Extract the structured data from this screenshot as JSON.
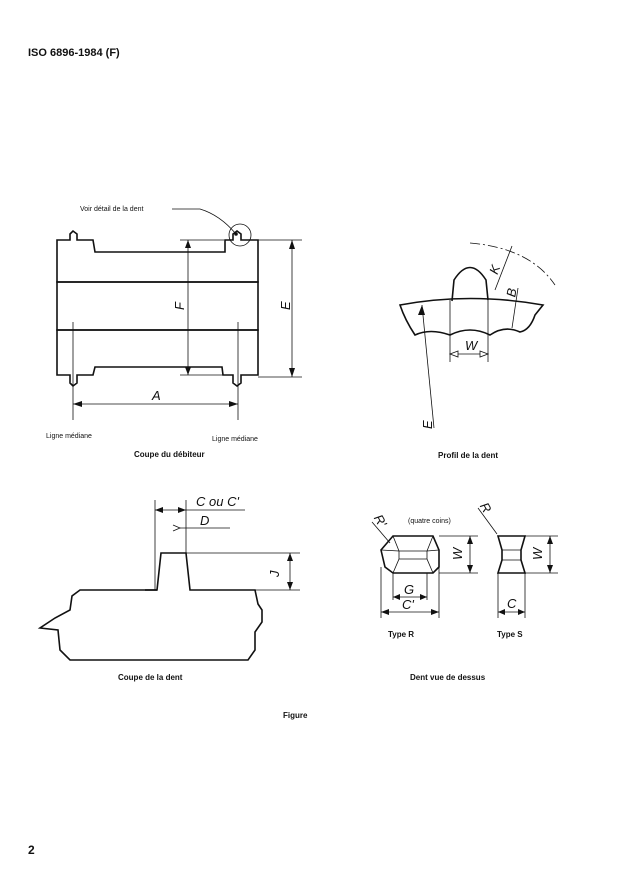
{
  "header": {
    "standard": "ISO 6896-1984 (F)"
  },
  "page_number": "2",
  "figure_caption": "Figure",
  "views": {
    "debiteur": {
      "caption": "Coupe du débiteur",
      "callout": "Voir détail de la dent",
      "centerline_left": "Ligne médiane",
      "centerline_right": "Ligne médiane",
      "dims": {
        "A": "A",
        "E": "E",
        "F": "F"
      }
    },
    "profil": {
      "caption": "Profil de la dent",
      "dims": {
        "W": "W",
        "K": "K",
        "B": "B",
        "E": "E"
      }
    },
    "coupe_dent": {
      "caption": "Coupe de la dent",
      "dims": {
        "C": "C ou C'",
        "D": "D",
        "J": "J"
      }
    },
    "vue_dessus": {
      "caption": "Dent vue de dessus",
      "type_r": {
        "label": "Type R",
        "note": "(quatre coins)",
        "R": "R'",
        "W": "W",
        "G": "G",
        "C": "C'"
      },
      "type_s": {
        "label": "Type S",
        "R": "R",
        "W": "W",
        "C": "C"
      }
    }
  }
}
